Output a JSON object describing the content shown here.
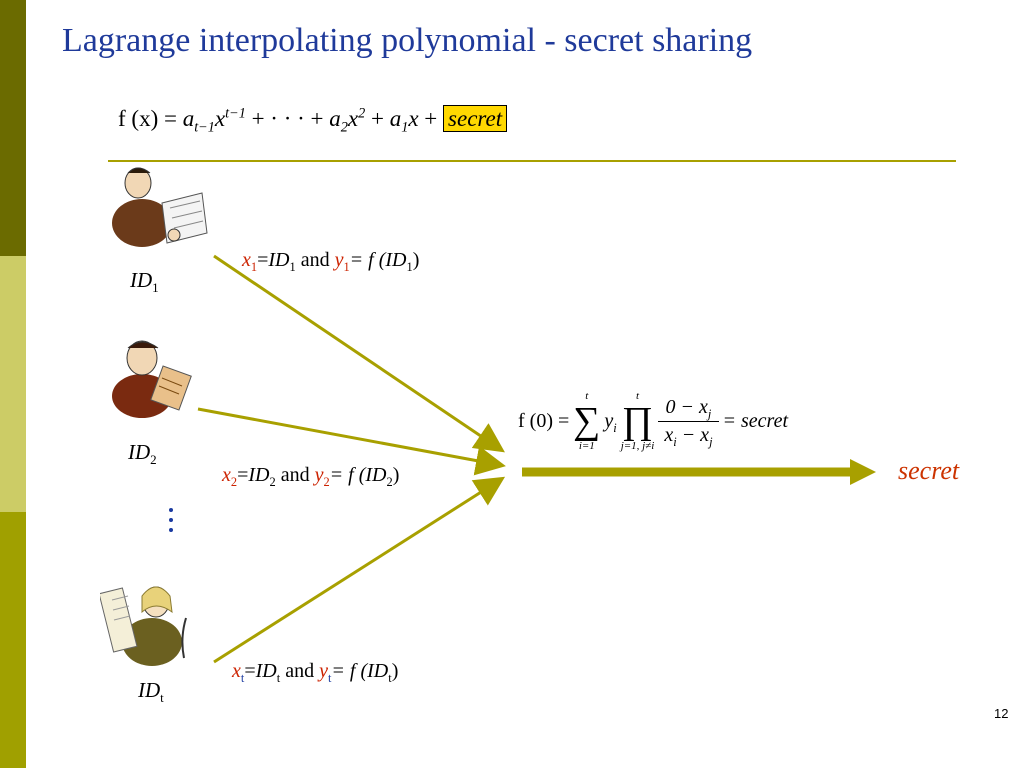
{
  "slide": {
    "title": "Lagrange interpolating polynomial - secret sharing",
    "page_number": "12",
    "colors": {
      "title": "#1f3a9a",
      "accent_line": "#a8a000",
      "highlight": "#ffd800",
      "variable_red": "#cc2200",
      "output": "#cc3300"
    }
  },
  "polynomial": {
    "lhs": "f (x) =",
    "term1_coef": "a",
    "term1_coef_sub": "t−1",
    "term1_var": "x",
    "term1_exp": "t−1",
    "middle": "+ · · · +",
    "term2_coef": "a",
    "term2_coef_sub": "2",
    "term2_var": "x",
    "term2_exp": "2",
    "plus1": "+",
    "term3_coef": "a",
    "term3_coef_sub": "1",
    "term3_var": "x",
    "plus2": "+",
    "secret": "secret"
  },
  "participants": [
    {
      "id": "ID",
      "sub": "1",
      "x": "x",
      "xsub": "1",
      "eq": "=",
      "idtxt": "ID",
      "idsub": "1",
      "and": "and",
      "y": "y",
      "ysub": "1",
      "feq": "= f (",
      "fid": "ID",
      "fidsub": "1",
      "close": ")",
      "icon": "businessman-reading-icon"
    },
    {
      "id": "ID",
      "sub": "2",
      "x": "x",
      "xsub": "2",
      "eq": "=",
      "idtxt": "ID",
      "idsub": "2",
      "and": "and",
      "y": "y",
      "ysub": "2",
      "feq": "= f (",
      "fid": "ID",
      "fidsub": "2",
      "close": ")",
      "icon": "man-writing-icon"
    },
    {
      "id": "ID",
      "sub": "t",
      "x": "x",
      "xsub": "t",
      "eq": "=",
      "idtxt": "ID",
      "idsub": "t",
      "and": "and",
      "y": "y",
      "ysub": "t",
      "feq": "= f (",
      "fid": "ID",
      "fidsub": "t",
      "close": ")",
      "icon": "woman-reading-icon"
    }
  ],
  "formula": {
    "lhs": "f (0) =",
    "sum_top": "t",
    "sum_bottom": "i=1",
    "yi": "y",
    "yi_sub": "i",
    "prod_top": "t",
    "prod_bottom": "j=1, j≠i",
    "num": "0 − x",
    "num_sub": "j",
    "den_a": "x",
    "den_a_sub": "i",
    "den_minus": "− x",
    "den_b_sub": "j",
    "rhs": "= secret"
  },
  "output": {
    "label": "secret"
  }
}
